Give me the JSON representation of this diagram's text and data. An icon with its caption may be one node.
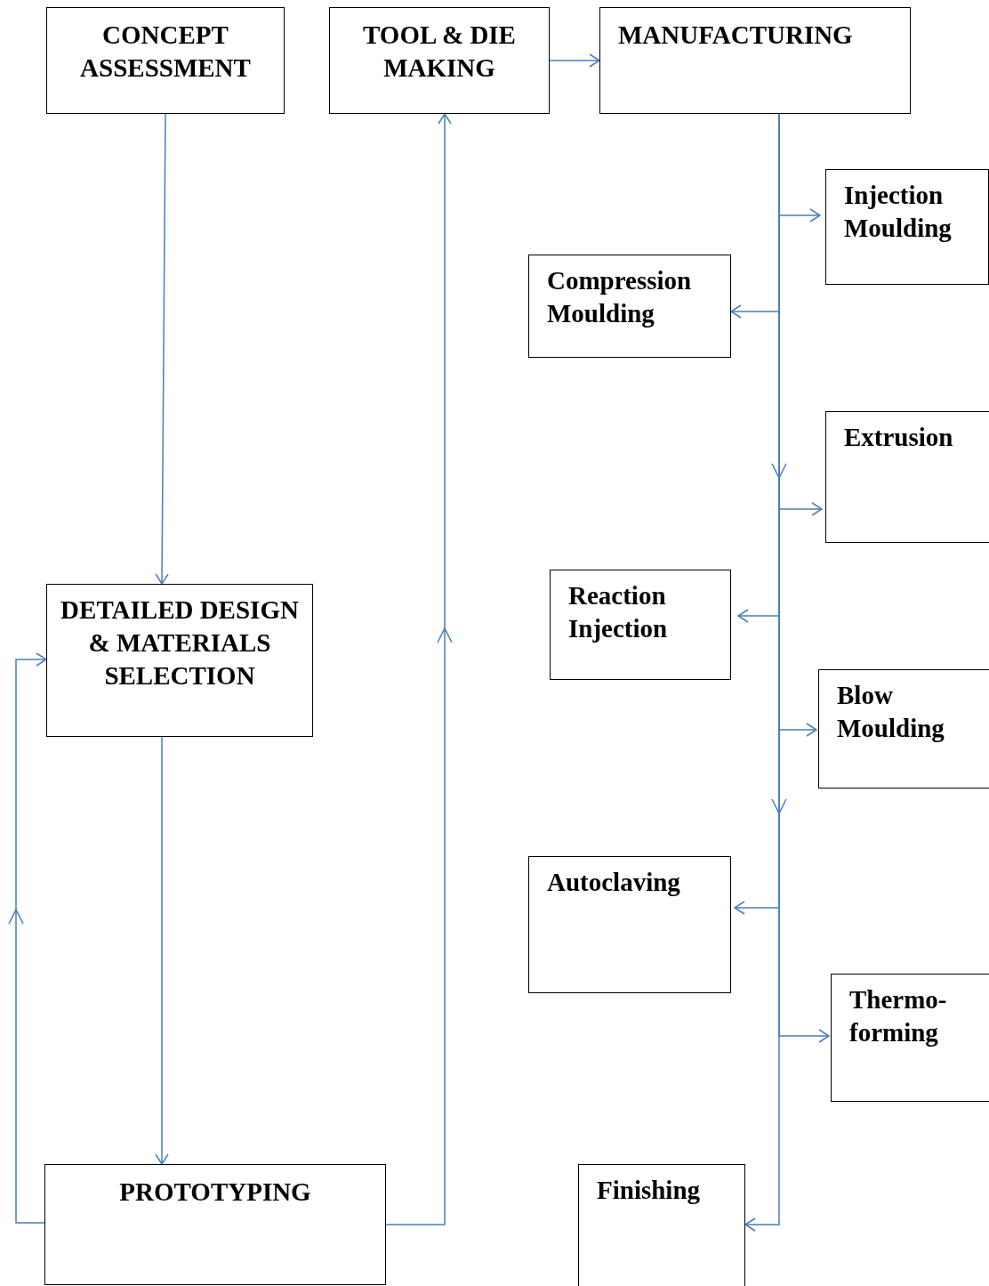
{
  "diagram": {
    "nodes": [
      {
        "text": [
          "CONCEPT ASSESSMENT"
        ]
      },
      {
        "text": [
          "TOOL & DIE MAKING"
        ]
      },
      {
        "text": [
          "MANUFACTURING"
        ]
      },
      {
        "text": [
          "Injection Moulding"
        ]
      },
      {
        "text": [
          "Compression Moulding"
        ]
      },
      {
        "text": [
          "Extrusion"
        ]
      },
      {
        "text": [
          "DETAILED DESIGN & MATERIALS SELECTION"
        ]
      },
      {
        "text": [
          "Reaction Injection"
        ]
      },
      {
        "text": [
          "Blow Moulding"
        ]
      },
      {
        "text": [
          "Autoclaving"
        ]
      },
      {
        "text": [
          "Thermo- forming"
        ]
      },
      {
        "text": [
          "PROTOTYPING"
        ]
      },
      {
        "text": [
          "Finishing"
        ]
      }
    ],
    "edges": [
      {
        "from": 0,
        "to": 6,
        "arrow": "to"
      },
      {
        "from": 6,
        "to": 11,
        "arrow": "to"
      },
      {
        "from": 11,
        "to": 6,
        "arrow": "to"
      },
      {
        "from": 11,
        "to": 1,
        "arrow": "to"
      },
      {
        "from": 1,
        "to": 2,
        "arrow": "to"
      },
      {
        "from": 2,
        "to": 3,
        "arrow": "to"
      },
      {
        "from": 2,
        "to": 4,
        "arrow": "to"
      },
      {
        "from": 2,
        "to": 5,
        "arrow": "to"
      },
      {
        "from": 2,
        "to": 7,
        "arrow": "to"
      },
      {
        "from": 2,
        "to": 8,
        "arrow": "to"
      },
      {
        "from": 2,
        "to": 9,
        "arrow": "to"
      },
      {
        "from": 2,
        "to": 10,
        "arrow": "to"
      },
      {
        "from": 2,
        "to": 12,
        "arrow": "to"
      }
    ]
  }
}
